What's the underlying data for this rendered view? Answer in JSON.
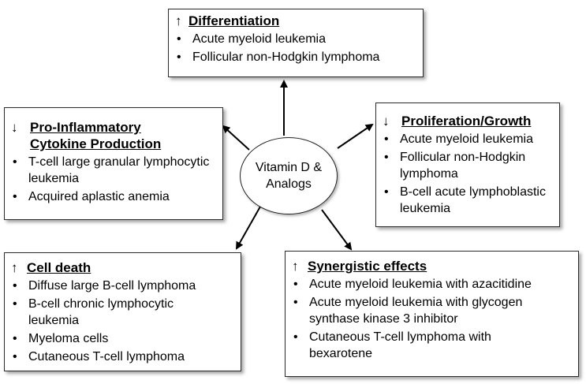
{
  "center": {
    "label": "Vitamin D & Analogs"
  },
  "boxes": {
    "differentiation": {
      "arrow": "↑",
      "title": "Differentiation",
      "items": [
        "Acute myeloid leukemia",
        "Follicular non-Hodgkin lymphoma"
      ]
    },
    "pro_inflammatory": {
      "arrow": "↓",
      "title": "Pro-Inflammatory Cytokine Production",
      "items": [
        "T-cell large granular lymphocytic leukemia",
        "Acquired aplastic anemia"
      ]
    },
    "proliferation": {
      "arrow": "↓",
      "title": "Proliferation/Growth",
      "items": [
        "Acute myeloid leukemia",
        "Follicular non-Hodgkin lymphoma",
        "B-cell acute lymphoblastic leukemia"
      ]
    },
    "cell_death": {
      "arrow": "↑",
      "title": "Cell death",
      "items": [
        "Diffuse large B-cell lymphoma",
        "B-cell chronic lymphocytic leukemia",
        "Myeloma cells",
        "Cutaneous T-cell lymphoma"
      ]
    },
    "synergistic": {
      "arrow": "↑",
      "title": "Synergistic effects",
      "items": [
        "Acute myeloid leukemia with azacitidine",
        "Acute myeloid leukemia with glycogen synthase kinase 3 inhibitor",
        "Cutaneous T-cell lymphoma with bexarotene"
      ]
    }
  },
  "colors": {
    "line": "#000000",
    "border": "#2b2b2b",
    "background": "#ffffff"
  }
}
